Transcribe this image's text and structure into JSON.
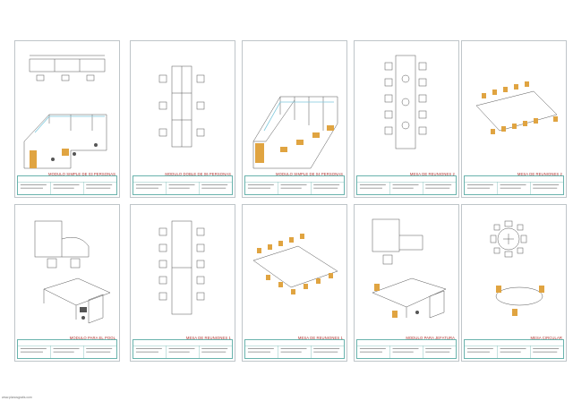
{
  "sheets": [
    {
      "caption": "MODULO SIMPLE DE 03 PERSONAS"
    },
    {
      "caption": "MODULO DOBLE DE 06 PERSONAS"
    },
    {
      "caption": "MODULO SIMPLE DE 04 PERSONAS"
    },
    {
      "caption": "MESA DE REUNIONES 2"
    },
    {
      "caption": "MESA DE REUNIONES 2"
    },
    {
      "caption": "MODULO PARA EL POOL"
    },
    {
      "caption": "MESA DE REUNIONES 1"
    },
    {
      "caption": "MESA DE REUNIONES 1"
    },
    {
      "caption": "MODULO PARA JEFATURA"
    },
    {
      "caption": "MESA CIRCULAR"
    }
  ],
  "footer": {
    "text": "www.planosgratis.com"
  },
  "colors": {
    "accent_teal": "#69b3ad",
    "chair": "#e0a441",
    "caption": "#b0322e",
    "line": "#555555",
    "glass": "#7ec9dd"
  }
}
